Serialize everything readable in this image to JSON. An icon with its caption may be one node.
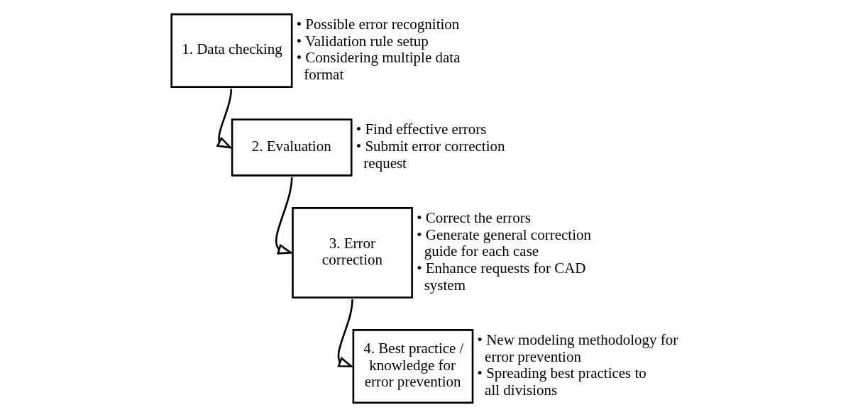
{
  "diagram": {
    "nodes": [
      {
        "text": [
          "1. Data checking"
        ],
        "beside": [
          "• Possible error recognition",
          "• Validation rule setup",
          "• Considering multiple data format"
        ]
      },
      {
        "text": [
          "2. Evaluation"
        ],
        "beside": [
          "• Find effective errors",
          "• Submit error correction request"
        ]
      },
      {
        "text": [
          "3. Error correction"
        ],
        "beside": [
          "• Correct the errors",
          "• Generate general correction guide for each case",
          "• Enhance requests for CAD system"
        ]
      },
      {
        "text": [
          "4. Best practice / knowledge for error prevention"
        ],
        "beside": [
          "• New modeling methodology for error prevention",
          "• Spreading best practices to all divisions"
        ]
      }
    ],
    "edges": [
      {
        "from": 0,
        "to": 1,
        "arrow": "to"
      },
      {
        "from": 1,
        "to": 2,
        "arrow": "to"
      },
      {
        "from": 2,
        "to": 3,
        "arrow": "to"
      }
    ]
  }
}
